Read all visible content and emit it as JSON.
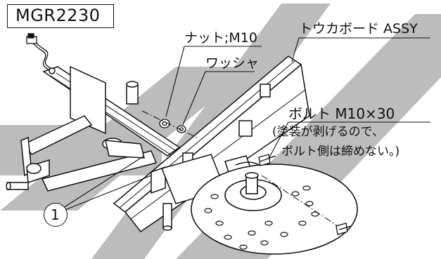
{
  "diagram": {
    "model_code": "MGR2230",
    "labels": {
      "board_assy": "トウカボード ASSY",
      "nut": "ナット;M10",
      "washer": "ワッシャ",
      "bolt": "ボルト M10×30",
      "note_line1": "(塗装が剥げるので、",
      "note_line2": "ボルト側は締めない。)"
    },
    "callout_number": "1"
  },
  "colors": {
    "band_gray": "#bcbcbc",
    "line": "#111111",
    "background": "#ffffff"
  }
}
